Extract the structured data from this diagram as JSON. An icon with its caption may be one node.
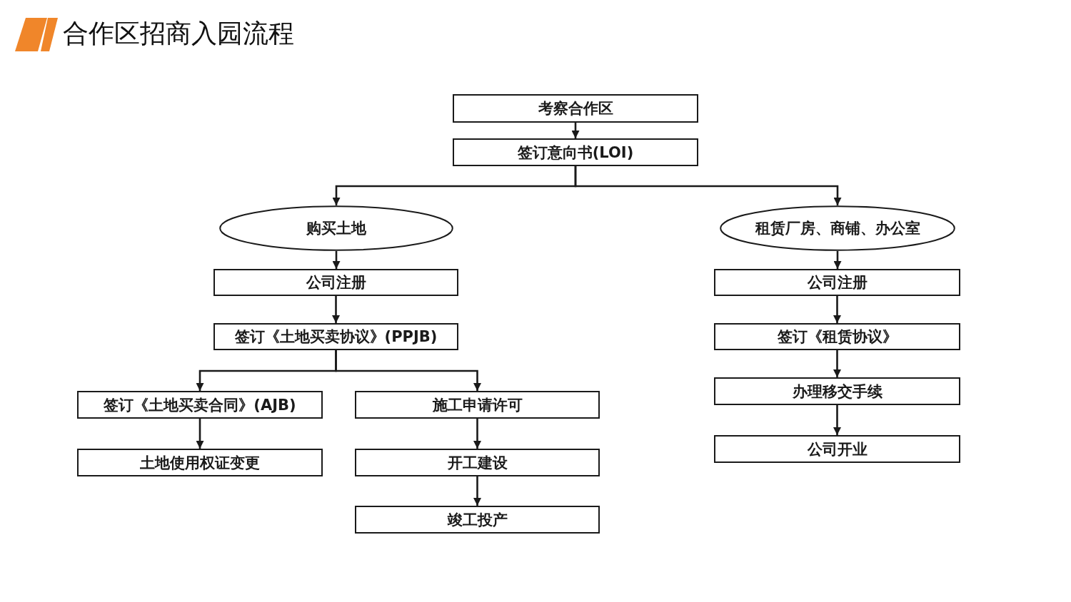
{
  "diagram": {
    "title": "合作区招商入园流程",
    "nodes": [
      {
        "text": [
          "考察合作区"
        ]
      },
      {
        "text": [
          "签订意向书(LOI)"
        ]
      },
      {
        "text": [
          "购买土地"
        ]
      },
      {
        "text": [
          "租赁厂房、商铺、办公室"
        ]
      },
      {
        "text": [
          "公司注册"
        ]
      },
      {
        "text": [
          "签订《土地买卖协议》(PPJB)"
        ]
      },
      {
        "text": [
          "签订《土地买卖合同》(AJB)"
        ]
      },
      {
        "text": [
          "施工申请许可"
        ]
      },
      {
        "text": [
          "土地使用权证变更"
        ]
      },
      {
        "text": [
          "开工建设"
        ]
      },
      {
        "text": [
          "竣工投产"
        ]
      },
      {
        "text": [
          "公司注册"
        ]
      },
      {
        "text": [
          "签订《租赁协议》"
        ]
      },
      {
        "text": [
          "办理移交手续"
        ]
      },
      {
        "text": [
          "公司开业"
        ]
      }
    ],
    "edges": [
      {
        "from": 0,
        "to": 1,
        "arrow": "to"
      },
      {
        "from": 1,
        "to": 2,
        "arrow": "to"
      },
      {
        "from": 1,
        "to": 3,
        "arrow": "to"
      },
      {
        "from": 2,
        "to": 4,
        "arrow": "to"
      },
      {
        "from": 4,
        "to": 5,
        "arrow": "to"
      },
      {
        "from": 5,
        "to": 6,
        "arrow": "to"
      },
      {
        "from": 5,
        "to": 7,
        "arrow": "to"
      },
      {
        "from": 6,
        "to": 8,
        "arrow": "to"
      },
      {
        "from": 7,
        "to": 9,
        "arrow": "to"
      },
      {
        "from": 9,
        "to": 10,
        "arrow": "to"
      },
      {
        "from": 3,
        "to": 11,
        "arrow": "to"
      },
      {
        "from": 11,
        "to": 12,
        "arrow": "to"
      },
      {
        "from": 12,
        "to": 13,
        "arrow": "to"
      },
      {
        "from": 13,
        "to": 14,
        "arrow": "to"
      }
    ]
  }
}
